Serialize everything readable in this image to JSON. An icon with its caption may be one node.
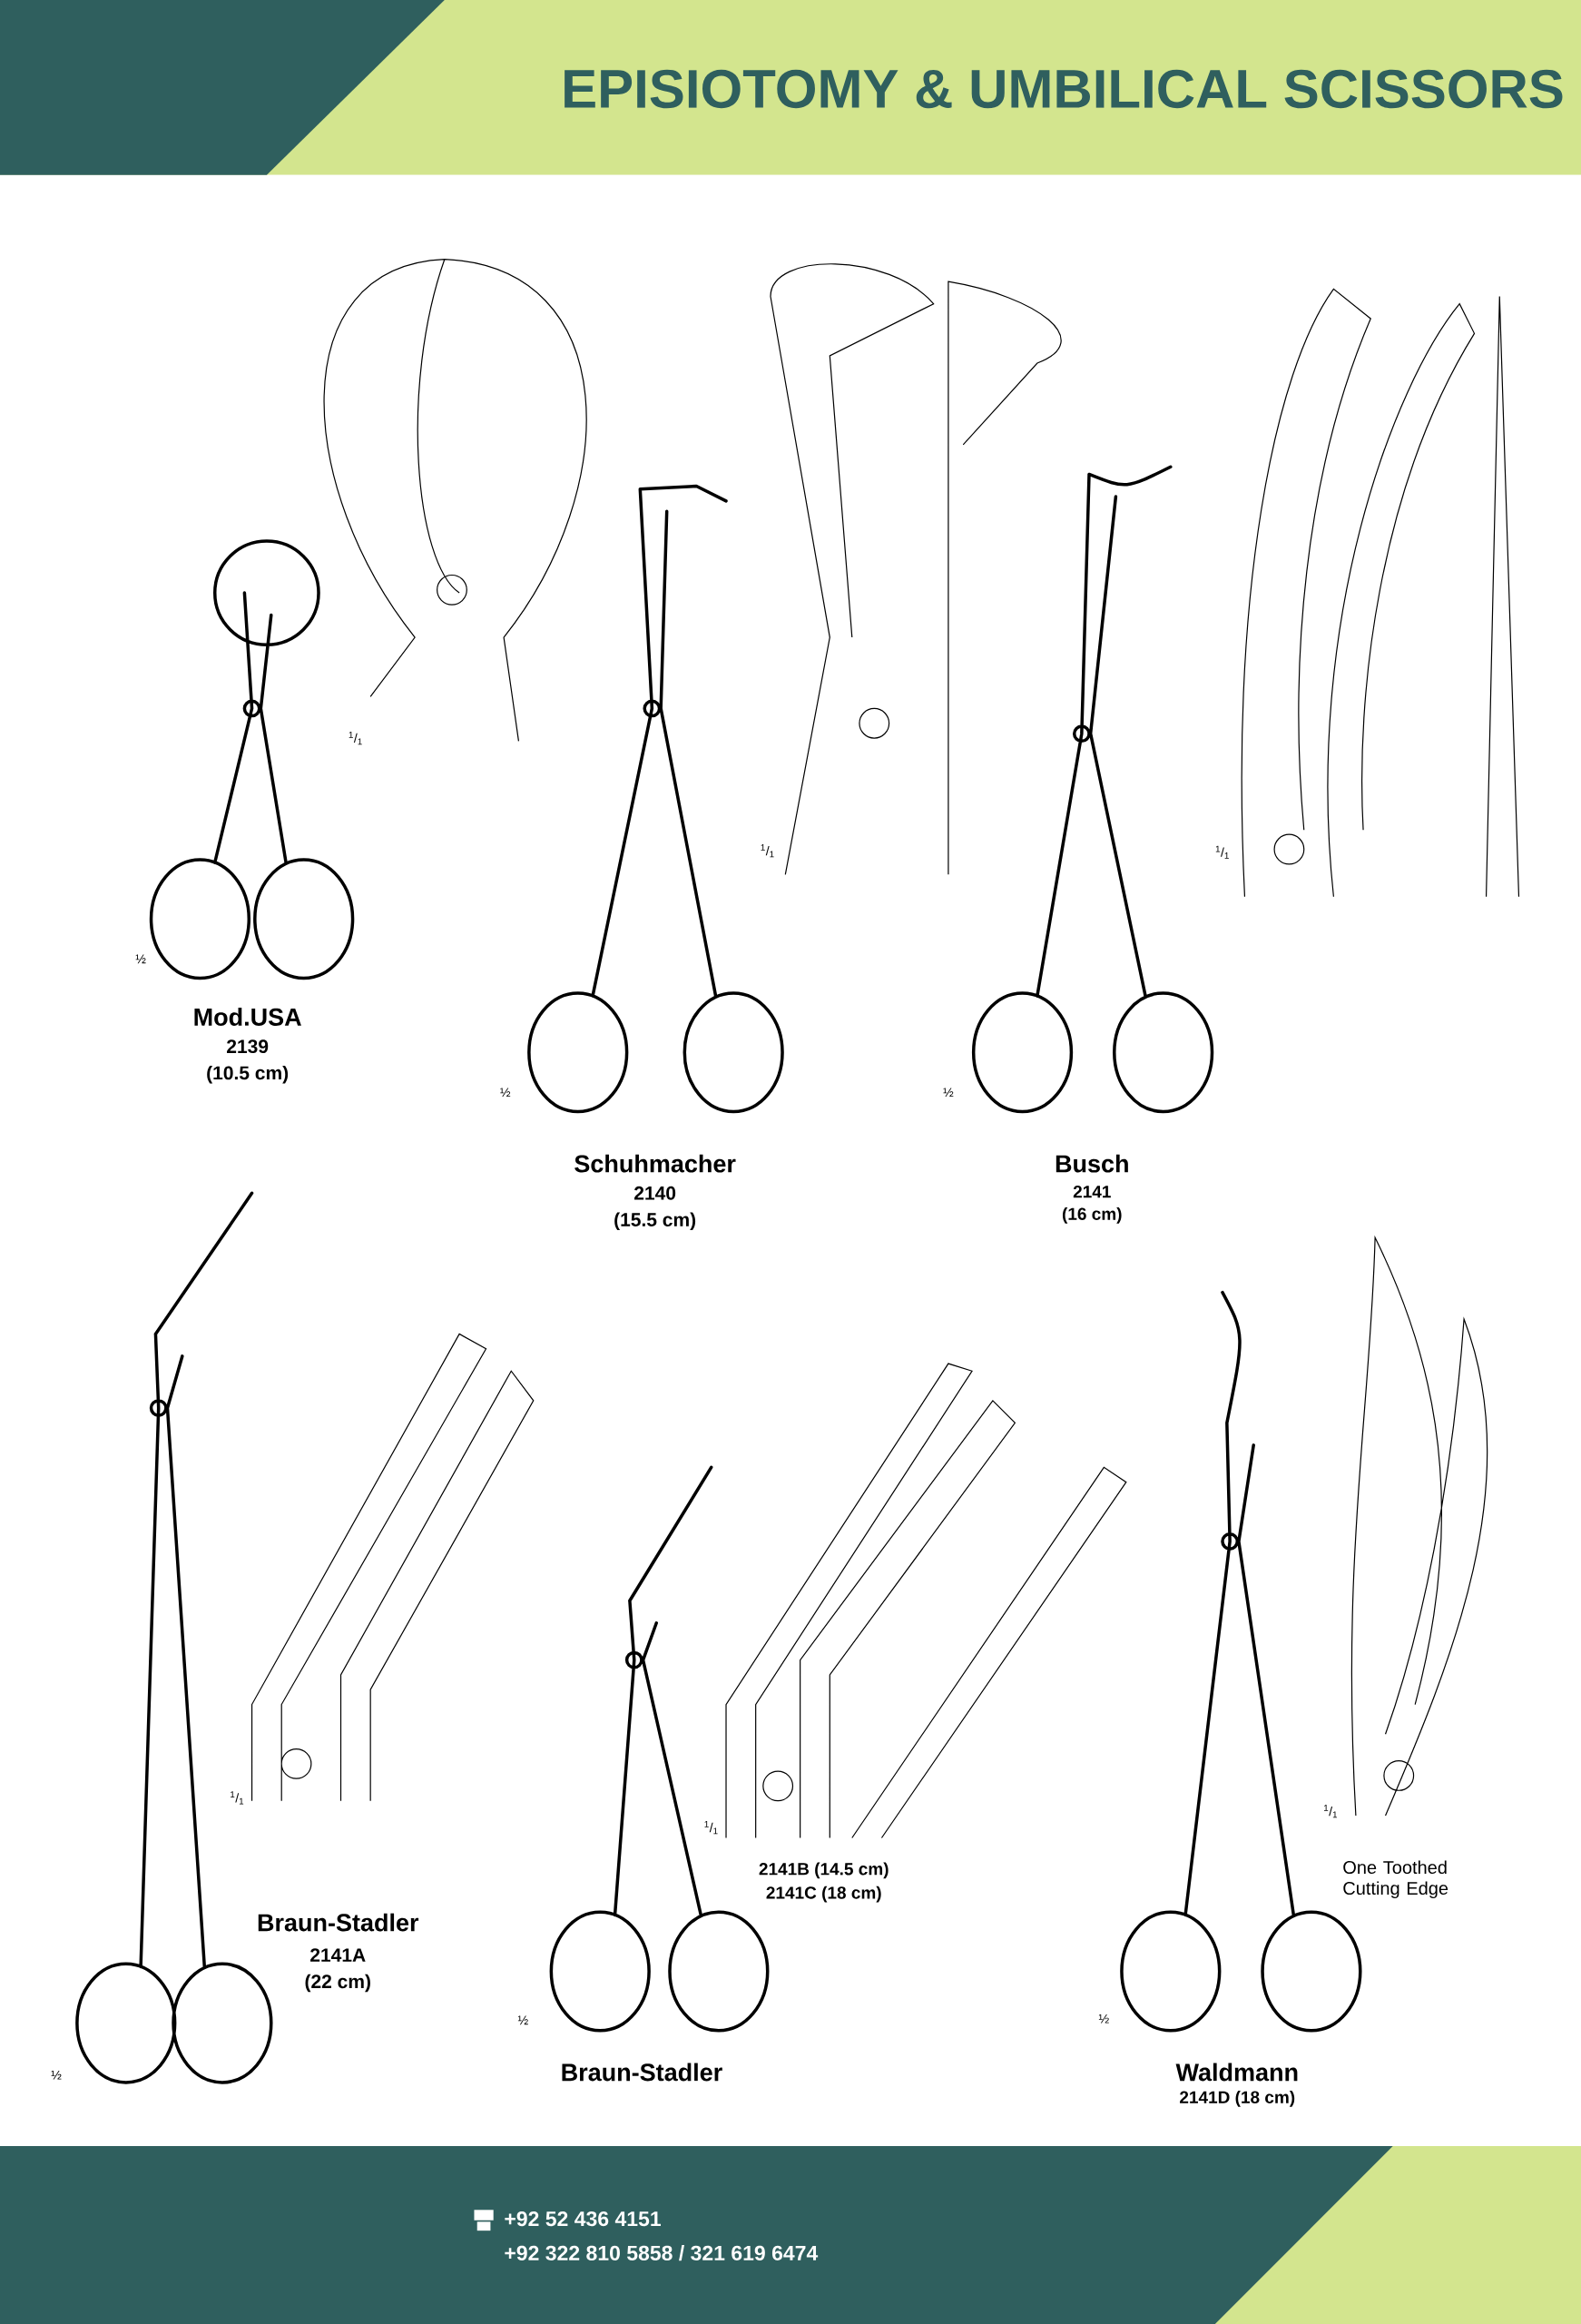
{
  "diagram": {
    "title": "EPISIOTOMY & UMBILICAL SCISSORS",
    "labels": [
      "Mod.USA",
      "2139",
      "(10.5 cm)",
      "Schuhmacher",
      "2140",
      "(15.5 cm)",
      "Busch",
      "2141",
      "(16 cm)",
      "Braun-Stadler",
      "2141A",
      "(22 cm)",
      "2141B (14.5 cm)",
      "2141C (18 cm)",
      "One Toothed Cutting Edge",
      "Braun-Stadler",
      "Waldmann",
      "2141D (18 cm)",
      "½",
      "$^{1}$/$_{1}$",
      "½",
      "$^{1}$/$_{1}$",
      "½",
      "$^{1}$/$_{1}$",
      "$^{1}$/$_{1}$",
      "½",
      "$^{1}$/$_{1}$",
      "½",
      "$^{1}$/$_{1}$",
      "½",
      "+92 52 436 4151",
      "+92 322 810 5858 / 321 619 6474"
    ]
  }
}
